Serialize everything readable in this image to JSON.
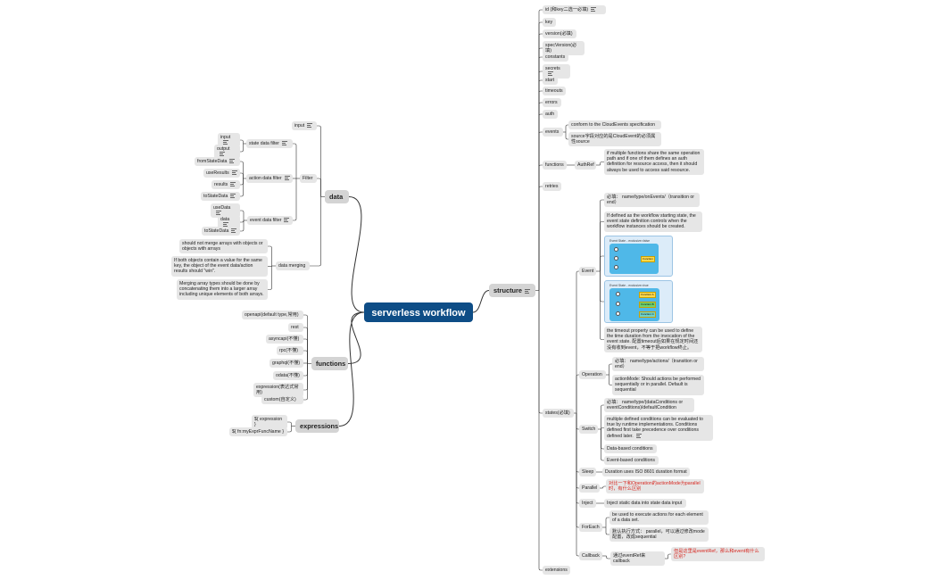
{
  "root": "serverless workflow",
  "left": {
    "data": {
      "label": "data",
      "input": "input",
      "filter": "Filter",
      "state_data_filter": "state data filter",
      "state_items": [
        "input",
        "output"
      ],
      "action_data_filter": "action data filter",
      "action_items": [
        "fromStateData",
        "useResults",
        "results",
        "toStateData"
      ],
      "event_data_filter": "event data filter",
      "event_items": [
        "useData",
        "data",
        "toStateData"
      ],
      "data_merging": "data merging",
      "merging_items": [
        "should not merge arrays with objects or objects with arrays",
        "If both objects contain a value for the same key, the object of the event data/action results should \"win\".",
        "Merging array types should be done by concatenating them into a larger array including unique elements of both arrays."
      ]
    },
    "functions": {
      "label": "functions",
      "items": [
        "openapi(default type,常用)",
        "rest",
        "asyncapi(不懂)",
        "rpc(不懂)",
        "graphql(不懂)",
        "odata(不懂)",
        "expression(表达式常用)",
        "custom(自定义)"
      ]
    },
    "expressions": {
      "label": "expressions",
      "items": [
        "${ expression }",
        "${ fn:myExprFuncName }"
      ]
    }
  },
  "structure": {
    "label": "structure",
    "top_items": [
      "id (和key二选一必填)",
      "key",
      "version(必填)",
      "specVersion(必填)",
      "constants",
      "secrets",
      "start",
      "timeouts",
      "errors",
      "auth"
    ],
    "events": {
      "label": "events",
      "items": [
        "conform to the CloudEvents specification",
        "source字段对应的是CloudEvent的必须属性source"
      ]
    },
    "functions": {
      "label": "functions",
      "authref": "AuthRef",
      "note": "if multiple functions share the same operation path and if one of them defines an auth definition for resource access, then it should always be used to access said resource."
    },
    "retries": "retries",
    "states": {
      "label": "states(必填)",
      "event": {
        "label": "Event",
        "items": [
          "必填： name/type/onEvents/（transition or end）",
          "If defined as the workflow starting state, the event state definition controls when the workflow instances should be created.",
          "the timeout property can be used to define the time duration from the invocation of the event state. 配置timeout后如果在规定时间还没有收到event，不等于把workflow终止。"
        ],
        "img1_title": "Event State - exclusive=false",
        "img1_label": "Function",
        "img2_title": "Event State - exclusive=true",
        "img2_labels": [
          "Function A",
          "Function B",
          "Function C"
        ]
      },
      "operation": {
        "label": "Operation",
        "items": [
          "必填： name/type/actions/（transition or end）",
          "actionMode: Should actions be performed sequentially or in parallel. Default is sequential"
        ]
      },
      "switch": {
        "label": "Switch",
        "items": [
          "必填： name/type/(dataConditions or eventConditions)/defaultCondition",
          "multiple defined conditions can be evaluated to true by runtime implementations. Conditions defined first take precedence over conditions defined later.",
          "Data-based conditions",
          "Event-based conditions"
        ]
      },
      "sleep": {
        "label": "Sleep",
        "item": "Duration uses ISO 8601 duration format"
      },
      "parallel": {
        "label": "Parallel",
        "item": "对比一下和Operation的actionMode为parallel时，有什么区别"
      },
      "inject": {
        "label": "Inject",
        "item": "Inject static data into state data input"
      },
      "foreach": {
        "label": "ForEach",
        "items": [
          "be used to execute actions for each element of a data set.",
          "默认执行方式： parallel，可以通过修改mode配置，改成sequential"
        ]
      },
      "callback": {
        "label": "Callback",
        "item": "通过eventRef来callback",
        "note": "但是这里是eventRef，那么和event有什么区别?"
      }
    },
    "extensions": "extensions"
  },
  "colors": {
    "root_bg": "#0e4d86",
    "node_bg": "#e6e6e6",
    "line": "#333333",
    "note_red": "#d7261e"
  }
}
